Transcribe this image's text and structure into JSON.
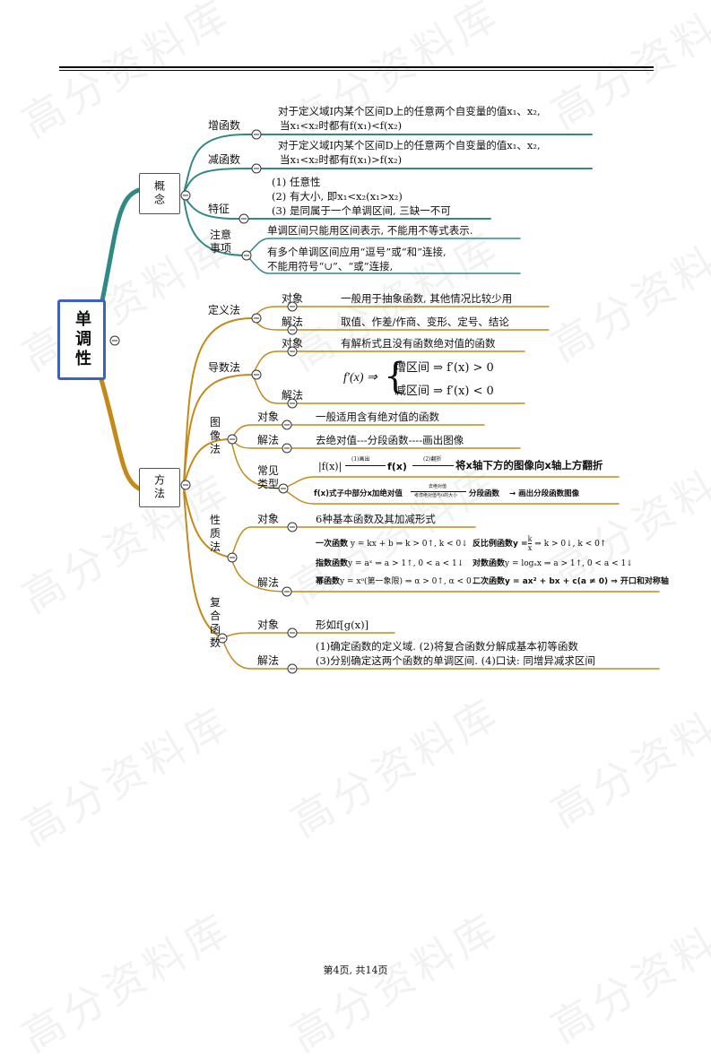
{
  "watermark": "高分资料库",
  "root": {
    "label": "单调性"
  },
  "concept": {
    "label": "概念",
    "increasing": {
      "label": "增函数",
      "line1": "对于定义域I内某个区间D上的任意两个自变量的值x₁、x₂,",
      "line2": "当x₁<x₂时都有f(x₁)<f(x₂)"
    },
    "decreasing": {
      "label": "减函数",
      "line1": "对于定义域I内某个区间D上的任意两个自变量的值x₁、x₂,",
      "line2": "当x₁<x₂时都有f(x₁)>f(x₂)"
    },
    "feature": {
      "label": "特征",
      "line1": "(1) 任意性",
      "line2": "(2) 有大小, 即x₁<x₂(x₁>x₂)",
      "line3": "(3) 是同属于一个单调区间, 三缺一不可"
    },
    "notice": {
      "label": "注意事项",
      "line1": "单调区间只能用区间表示, 不能用不等式表示.",
      "line2": "有多个单调区间应用“逗号”或“和”连接,",
      "line3": "不能用符号“∪”、“或”连接,"
    }
  },
  "method": {
    "label": "方法",
    "definition": {
      "label": "定义法",
      "object_label": "对象",
      "object_text": "一般用于抽象函数, 其他情况比较少用",
      "solution_label": "解法",
      "solution_text": "取值、作差/作商、变形、定号、结论"
    },
    "derivative": {
      "label": "导数法",
      "object_label": "对象",
      "object_text": "有解析式且没有函数绝对值的函数",
      "solution_label": "解法",
      "fx": "f′(x) ⇒",
      "inc": "增区间 ⇒ f′(x) > 0",
      "dec": "减区间 ⇒ f′(x) < 0"
    },
    "graph": {
      "label": "图像法",
      "object_label": "对象",
      "object_text": "一般适用含有绝对值的函数",
      "solution_label": "解法",
      "solution_text": "去绝对值---分段函数----画出图像",
      "types_label": "常见类型",
      "type1": {
        "a": "|f(x)|",
        "arrow1": "(1)画出",
        "b": "f(x)",
        "arrow2": "(2)翻折",
        "c": "将x轴下方的图像向x轴上方翻折"
      },
      "type2": {
        "a": "f(x)式子中部分x加绝对值",
        "arrow_top": "去绝对值",
        "arrow_bottom": "考虑绝对值与0的大小",
        "b": "分段函数",
        "c": "→ 画出分段函数图像"
      }
    },
    "property": {
      "label": "性质法",
      "object_label": "对象",
      "object_text": "6种基本函数及其加减形式",
      "solution_label": "解法",
      "linear_name": "一次函数",
      "linear_rule": "y = kx + b ⇒ k > 0↑, k < 0↓",
      "inverse_name": "反比例函数",
      "inverse_pre": "y =",
      "inverse_num": "k",
      "inverse_den": "x",
      "inverse_rule": "⇒ k > 0↓, k < 0↑",
      "exp_name": "指数函数",
      "exp_rule": "y = aˣ ⇒ a > 1↑, 0 < a < 1↓",
      "log_name": "对数函数",
      "log_rule": "y = logₐx ⇒ a > 1↑, 0 < a < 1↓",
      "power_name": "幂函数",
      "power_rule": "y = xᵅ(第一象限) ⇒ α > 0↑, α < 0↓",
      "quad_name": "二次函数",
      "quad_rule": "y = ax² + bx + c(a ≠ 0) ⇒ 开口和对称轴"
    },
    "composite": {
      "label": "复合函数",
      "object_label": "对象",
      "object_text": "形如f[g(x)]",
      "solution_label": "解法",
      "solution_line1": "(1)确定函数的定义域. (2)将复合函数分解成基本初等函数",
      "solution_line2": "(3)分别确定这两个函数的单调区间. (4)口诀: 同增异减求区间"
    }
  },
  "footer": "第4页, 共14页",
  "colors": {
    "concept_branch": "#2f8a86",
    "method_branch": "#c38a19",
    "root_border": "#3e5fc3"
  }
}
